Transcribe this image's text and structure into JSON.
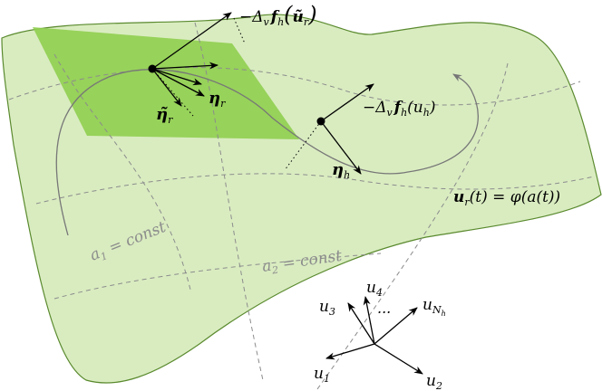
{
  "labels": {
    "neg_grad_reduced_minus": "−Δ",
    "neg_grad_reduced_sub_v": "v",
    "neg_grad_reduced_f": "f",
    "neg_grad_reduced_sub_h": "h",
    "neg_grad_reduced_arg": "ũ",
    "neg_grad_reduced_arg_sub": "r",
    "eta_r": "η",
    "eta_r_sub": "r",
    "eta_tilde_r": "η̃",
    "eta_tilde_r_sub": "r",
    "neg_grad_full_minus": "−Δ",
    "neg_grad_full_sub_v": "v",
    "neg_grad_full_f": "f",
    "neg_grad_full_sub_h": "h",
    "neg_grad_full_arg": "(u",
    "neg_grad_full_arg_sub": "h",
    "neg_grad_full_close": ")",
    "eta_h": "η",
    "eta_h_sub": "h",
    "manifold_eq_u": "u",
    "manifold_eq_sub": "r",
    "manifold_eq_rest": "(t) = φ(a(t))",
    "a1_label": "a",
    "a1_sub": "1",
    "a1_rest": " = const",
    "a2_label": "a",
    "a2_sub": "2",
    "a2_rest": " = const",
    "u1": "u",
    "u1_sub": "1",
    "u2": "u",
    "u2_sub": "2",
    "u3": "u",
    "u3_sub": "3",
    "u4": "u",
    "u4_sub": "4",
    "uN": "u",
    "uN_sub": "N",
    "uN_subsub": "h",
    "dots": "..."
  },
  "colors": {
    "manifold_fill": "#d9ecc0",
    "manifold_stroke": "#5a8a2e",
    "tangent_plane": "#8fcf4f",
    "grid_lines": "#8c8c8c",
    "arrows": "#000000"
  }
}
